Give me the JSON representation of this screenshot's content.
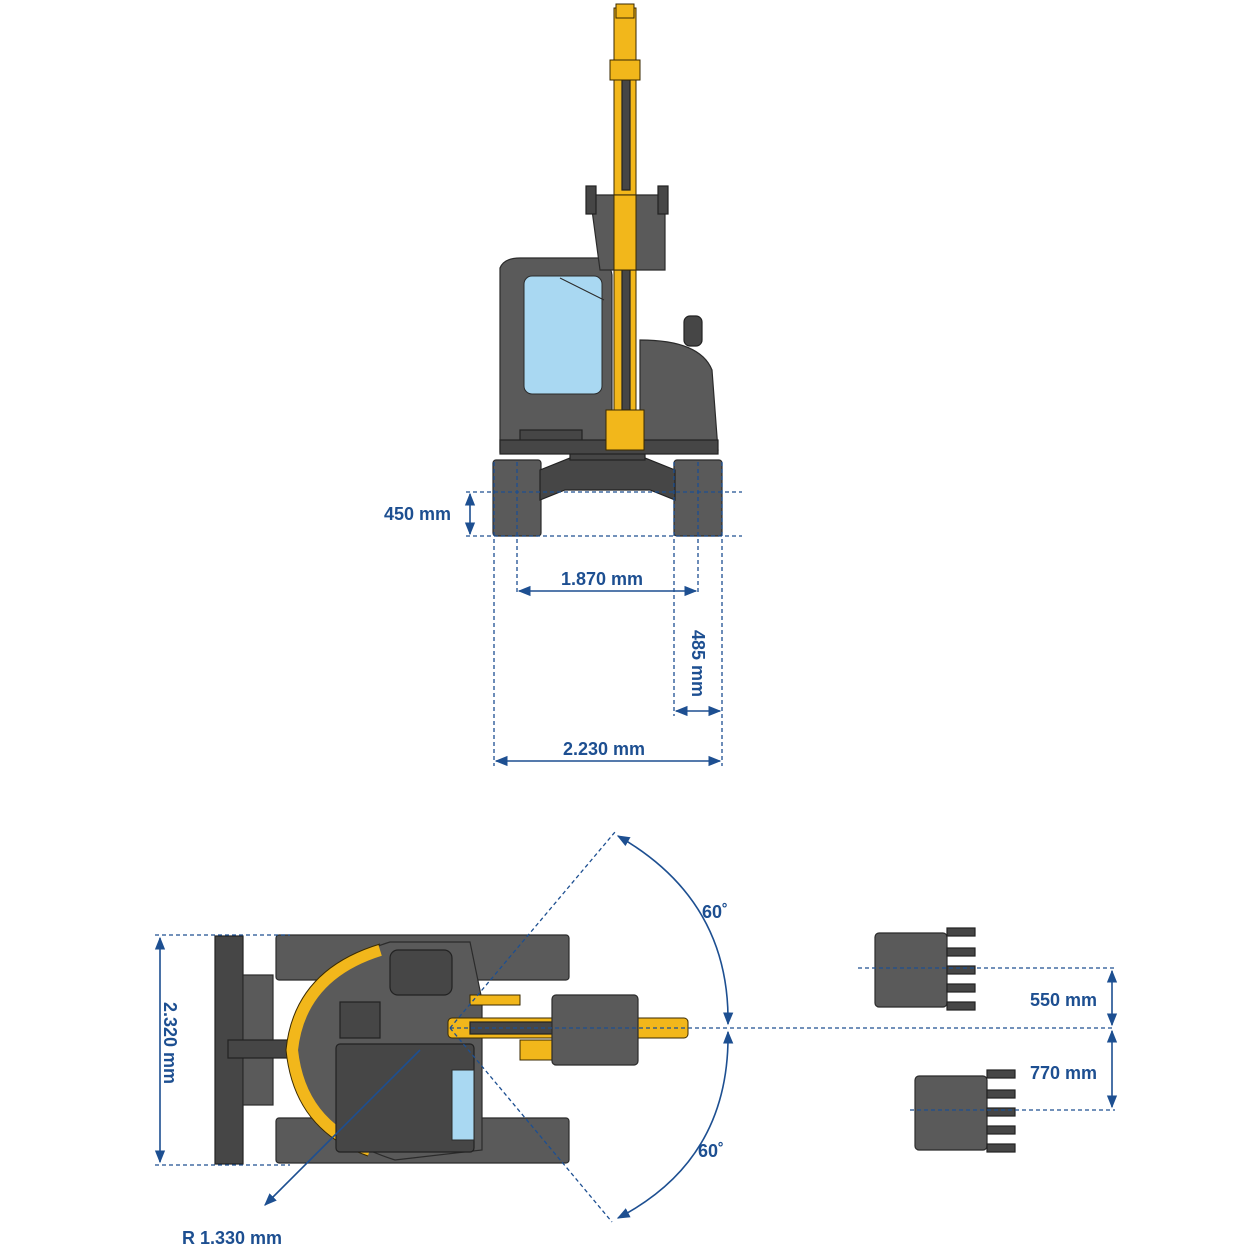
{
  "front_view": {
    "track_height_label": "450 mm",
    "track_gauge_label": "1.870 mm",
    "track_width_label": "485 mm",
    "overall_width_label": "2.230 mm"
  },
  "top_view": {
    "blade_width_label": "2.320 mm",
    "tail_radius_label": "R 1.330 mm",
    "swing_left_angle_label": "60˚",
    "swing_right_angle_label": "60˚",
    "offset_left_label": "550 mm",
    "offset_right_label": "770 mm"
  },
  "colors": {
    "dimension": "#1d4f91",
    "machine_body": "#5a5a5a",
    "boom": "#f2b71b",
    "glass": "#a9d8f2"
  }
}
